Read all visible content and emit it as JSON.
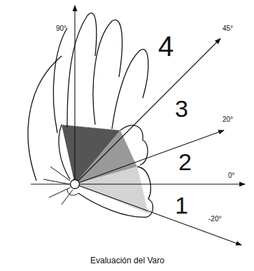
{
  "diagram": {
    "caption": "Evaluación del Varo",
    "labels": [
      "90°",
      "4",
      "45°",
      "3",
      "20°",
      "2",
      "0°",
      "1",
      "-20°"
    ]
  }
}
